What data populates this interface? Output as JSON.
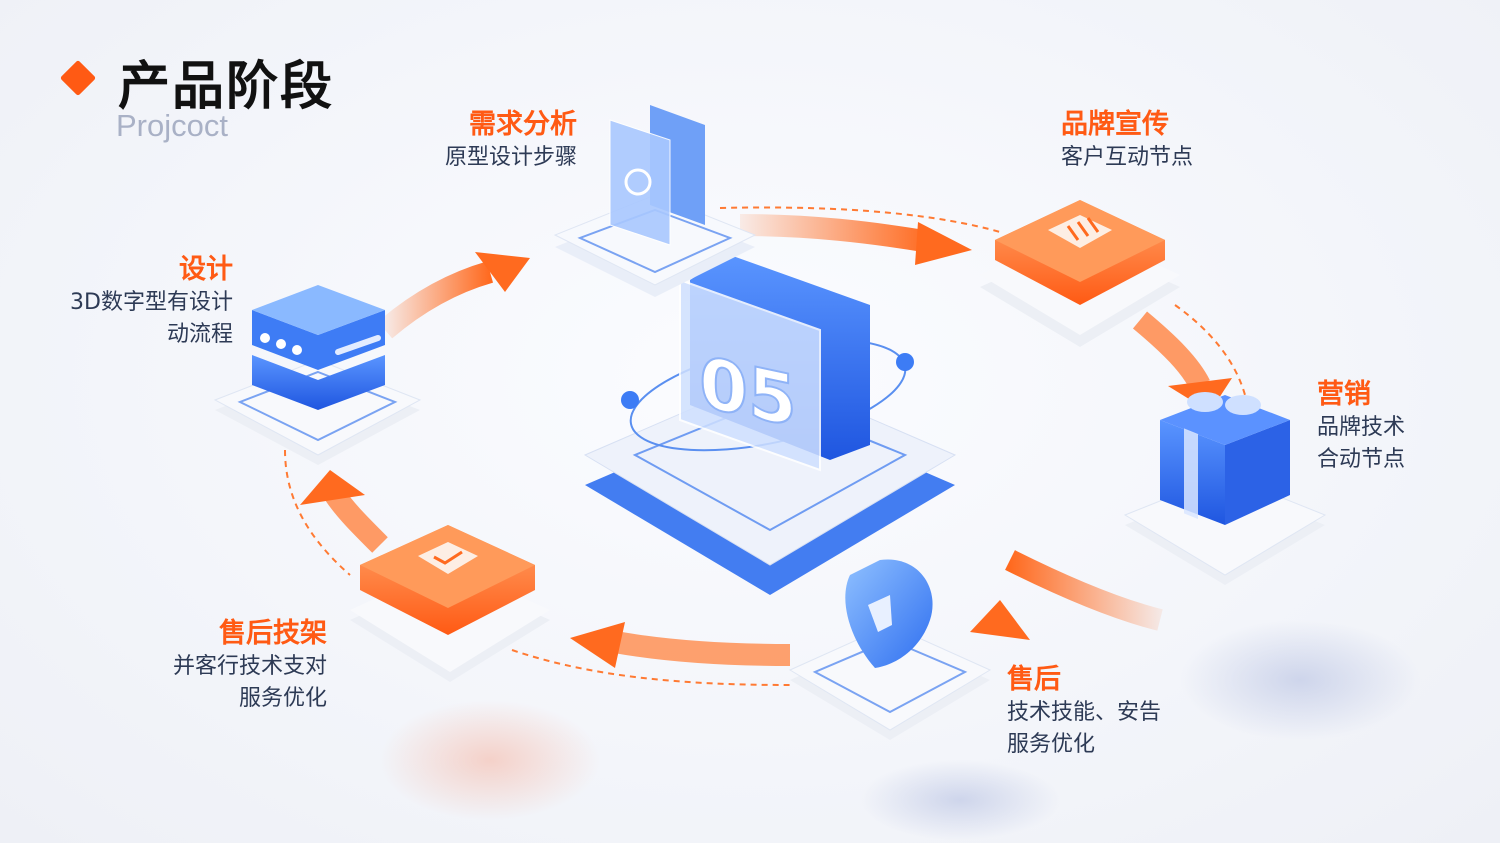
{
  "header": {
    "title": "产品阶段",
    "subtitle": "Projcoct"
  },
  "center": {
    "number": "05"
  },
  "stages": [
    {
      "title": "需求分析",
      "lines": [
        "原型设计步骤"
      ],
      "icon": "document-icon"
    },
    {
      "title": "品牌宣传",
      "lines": [
        "客户互动节点"
      ],
      "icon": "menu-badge-icon"
    },
    {
      "title": "营销",
      "lines": [
        "品牌技术",
        "合动节点"
      ],
      "icon": "gift-icon"
    },
    {
      "title": "售后",
      "lines": [
        "技术技能、安告",
        "服务优化"
      ],
      "icon": "shield-icon"
    },
    {
      "title": "售后技架",
      "lines": [
        "并客行技术支对",
        "服务优化"
      ],
      "icon": "checkmark-icon"
    },
    {
      "title": "设计",
      "lines": [
        "3D数字型有设计",
        "动流程"
      ],
      "icon": "server-icon"
    }
  ],
  "colors": {
    "accent": "#ff5a14",
    "blue": "#2f6ff0",
    "text": "#2d3a55"
  }
}
